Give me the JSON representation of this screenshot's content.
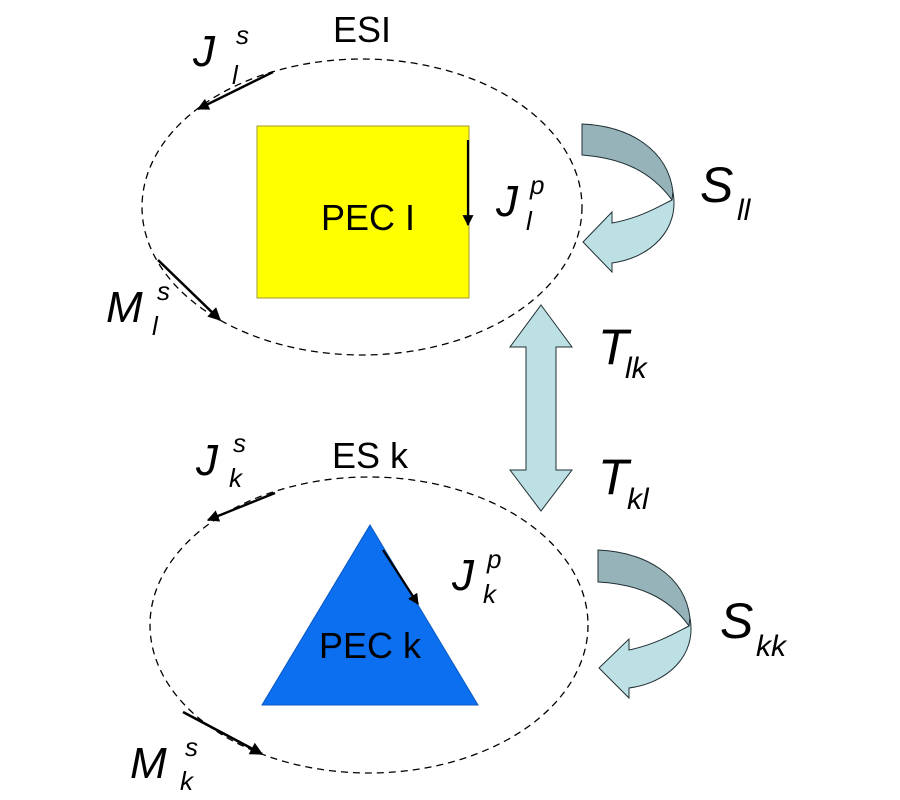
{
  "diagram": {
    "colors": {
      "pec_l_fill": "#ffff00",
      "pec_k_fill": "#0b6fef",
      "arrow_dark": "#95b3b8",
      "arrow_light": "#bde0e4",
      "stroke": "#000000"
    },
    "top_region": {
      "es_label": "ESI",
      "pec_label": "PEC I",
      "surface_current": {
        "base": "J",
        "sup": "s",
        "sub": "l"
      },
      "surface_magnetic": {
        "base": "M",
        "sup": "s",
        "sub": "l"
      },
      "pec_current": {
        "base": "J",
        "sup": "p",
        "sub": "l"
      },
      "scattering": {
        "base": "S",
        "sub": "ll"
      }
    },
    "bottom_region": {
      "es_label": "ES k",
      "pec_label": "PEC k",
      "surface_current": {
        "base": "J",
        "sup": "s",
        "sub": "k"
      },
      "surface_magnetic": {
        "base": "M",
        "sup": "s",
        "sub": "k"
      },
      "pec_current": {
        "base": "J",
        "sup": "p",
        "sub": "k"
      },
      "scattering": {
        "base": "S",
        "sub": "kk"
      }
    },
    "translation": {
      "lk": {
        "base": "T",
        "sub": "lk"
      },
      "kl": {
        "base": "T",
        "sub": "kl"
      }
    }
  }
}
